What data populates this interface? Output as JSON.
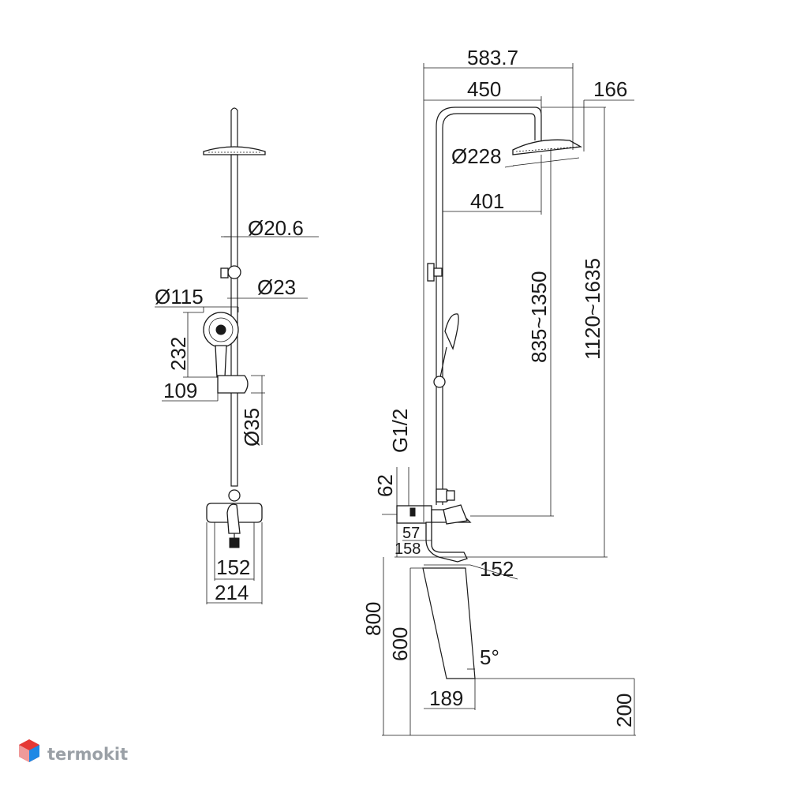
{
  "front_view": {
    "dims": {
      "d_pipe": "Ø20.6",
      "d_holder": "Ø23",
      "d_hand": "Ø115",
      "hand_len": "232",
      "hand_offset": "109",
      "d_slider": "Ø35",
      "mixer_inner": "152",
      "mixer_outer": "214"
    }
  },
  "side_view": {
    "dims": {
      "overall_width": "583.7",
      "arm_length": "450",
      "head_depth": "166",
      "d_head": "Ø228",
      "arm_reach": "401",
      "height_range_1": "835~1350",
      "height_range_2": "1120~1635",
      "thread": "G1/2",
      "inlet_height": "62",
      "body_depth": "57",
      "body_total": "158",
      "spout_reach": "152",
      "mount_height": "800",
      "tub_height": "600",
      "angle": "5°",
      "tub_offset": "189",
      "floor_offset": "200"
    }
  },
  "brand": {
    "name": "termokit",
    "colors": [
      "#e53935",
      "#1e88e5"
    ]
  }
}
